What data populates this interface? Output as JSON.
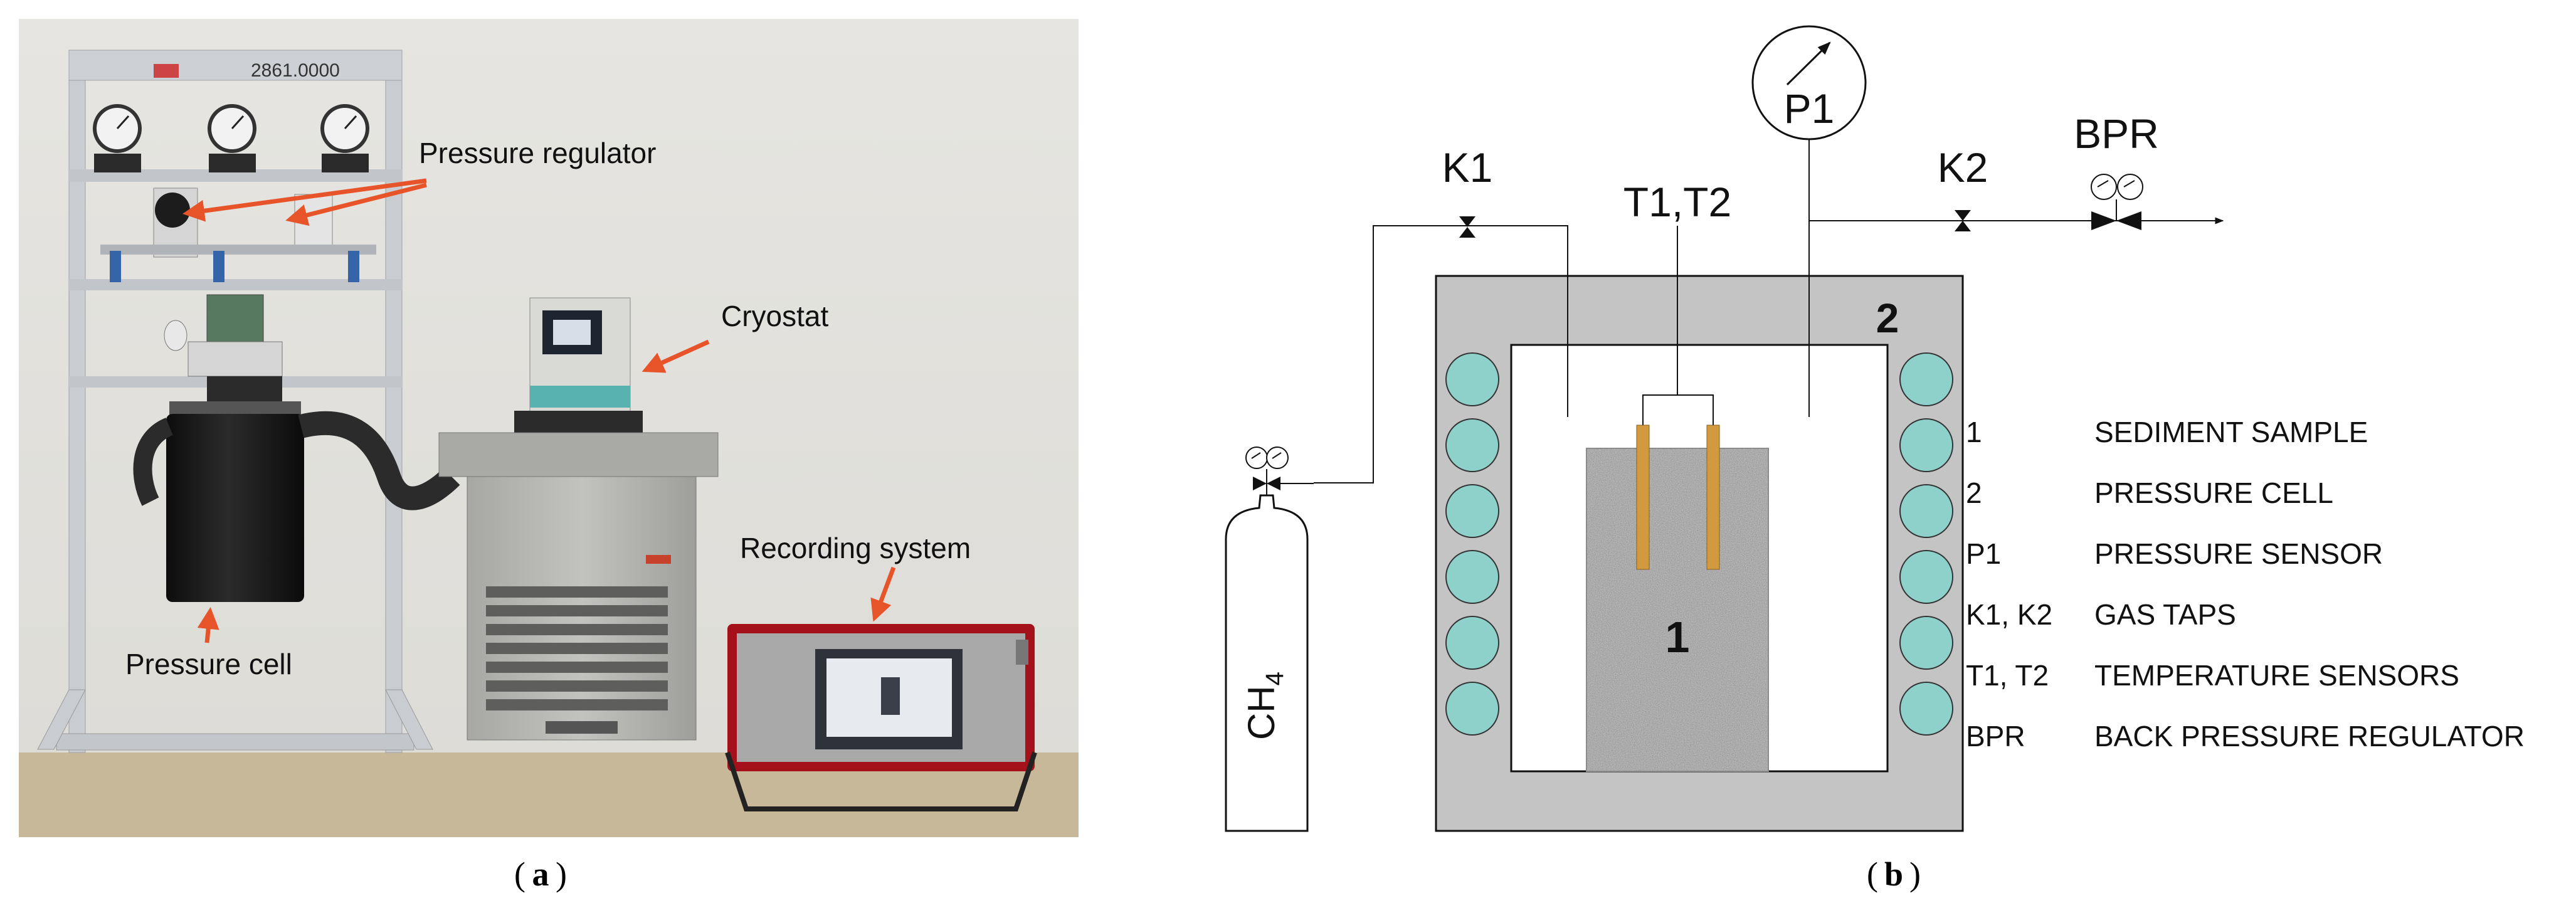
{
  "panel_a": {
    "caption_letter": "a",
    "brand_plate": "2861.0000",
    "callouts": {
      "pressure_regulator": "Pressure regulator",
      "cryostat": "Cryostat",
      "recording_system": "Recording system",
      "pressure_cell": "Pressure cell"
    },
    "colors": {
      "wall": "#e2e1dd",
      "floor": "#c8b89a",
      "arrow": "#e8542a",
      "frame": "#c9ccd0",
      "cell": "#161616",
      "cryostat": "#b5b5b2",
      "recorder": "#a5111b"
    }
  },
  "panel_b": {
    "caption_letter": "b",
    "labels": {
      "p1": "P1",
      "k1": "K1",
      "k2": "K2",
      "t1t2": "T1,T2",
      "bpr": "BPR",
      "cell_number": "2",
      "sample_number": "1",
      "gas_main": "CH",
      "gas_sub": "4"
    },
    "legend": [
      {
        "key": "1",
        "desc": "SEDIMENT SAMPLE"
      },
      {
        "key": "2",
        "desc": "PRESSURE CELL"
      },
      {
        "key": "P1",
        "desc": "PRESSURE SENSOR"
      },
      {
        "key": "K1, K2",
        "desc": "GAS TAPS"
      },
      {
        "key": "T1, T2",
        "desc": "TEMPERATURE SENSORS"
      },
      {
        "key": "BPR",
        "desc": "BACK PRESSURE REGULATOR"
      }
    ],
    "colors": {
      "cell_wall": "#c4c4c4",
      "cooling": "#8ed1cb",
      "sensor": "#d19a3f",
      "sample": "#bdbdbd"
    }
  }
}
